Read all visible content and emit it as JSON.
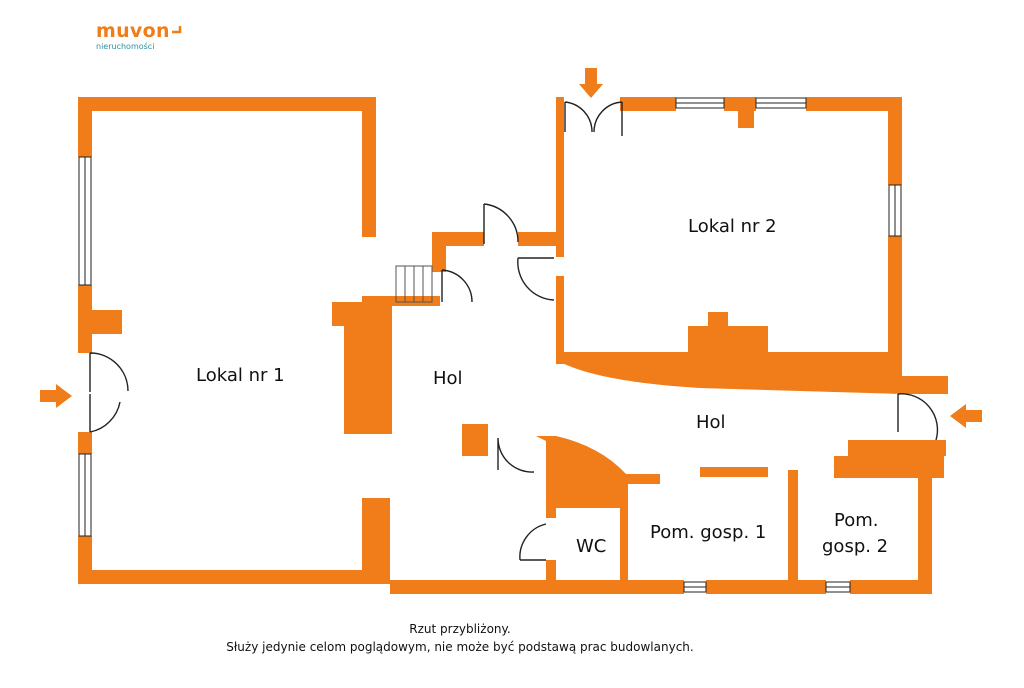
{
  "brand": {
    "name": "muvon",
    "subtitle": "nieruchomości",
    "colors": {
      "brand_orange": "#f07d1a",
      "brand_teal": "#2a8fa0"
    }
  },
  "plan": {
    "wall_color": "#f07d1a",
    "rooms": {
      "lokal1": "Lokal nr 1",
      "lokal2": "Lokal nr 2",
      "hol1": "Hol",
      "hol2": "Hol",
      "wc": "WC",
      "pom1": "Pom. gosp. 1",
      "pom2_line1": "Pom.",
      "pom2_line2": "gosp. 2"
    }
  },
  "caption": {
    "line1": "Rzut przybliżony.",
    "line2": "Służy jedynie celom poglądowym, nie może być podstawą prac budowlanych."
  }
}
